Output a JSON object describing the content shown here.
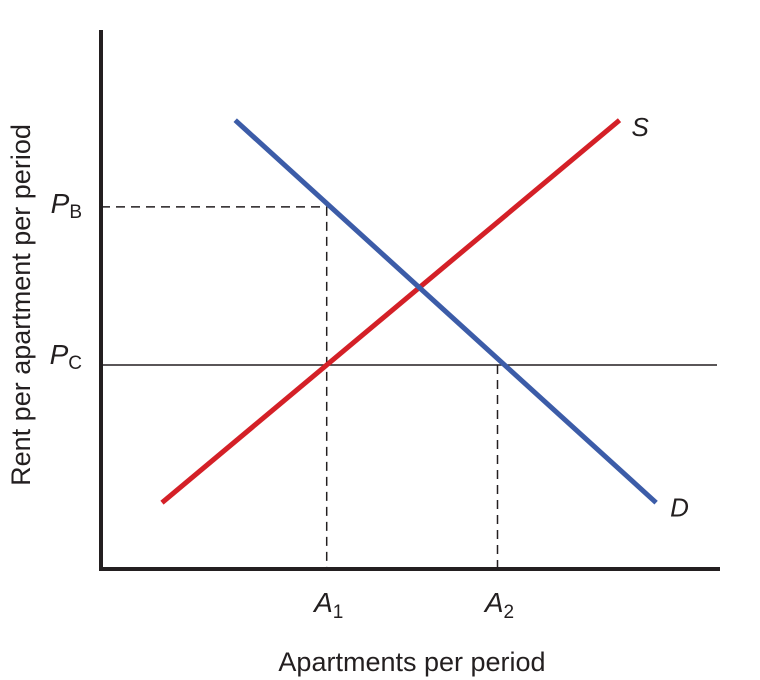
{
  "chart_data": {
    "type": "line",
    "title": "",
    "xlabel": "Apartments per period",
    "ylabel": "Rent per apartment per period",
    "xlim": [
      0,
      100
    ],
    "ylim": [
      0,
      100
    ],
    "grid": false,
    "legend": "none",
    "series": [
      {
        "name": "S",
        "color": "#d42027",
        "points": [
          {
            "x": 10,
            "y": 13
          },
          {
            "x": 85,
            "y": 88
          }
        ]
      },
      {
        "name": "D",
        "color": "#3c5ca8",
        "points": [
          {
            "x": 22,
            "y": 88
          },
          {
            "x": 91,
            "y": 13
          }
        ]
      }
    ],
    "price_levels": [
      {
        "label": "P",
        "sub": "B",
        "y": 71
      },
      {
        "label": "P",
        "sub": "C",
        "y": 40
      }
    ],
    "quantity_levels": [
      {
        "label": "A",
        "sub": "1",
        "x": 37
      },
      {
        "label": "A",
        "sub": "2",
        "x": 65
      }
    ]
  }
}
